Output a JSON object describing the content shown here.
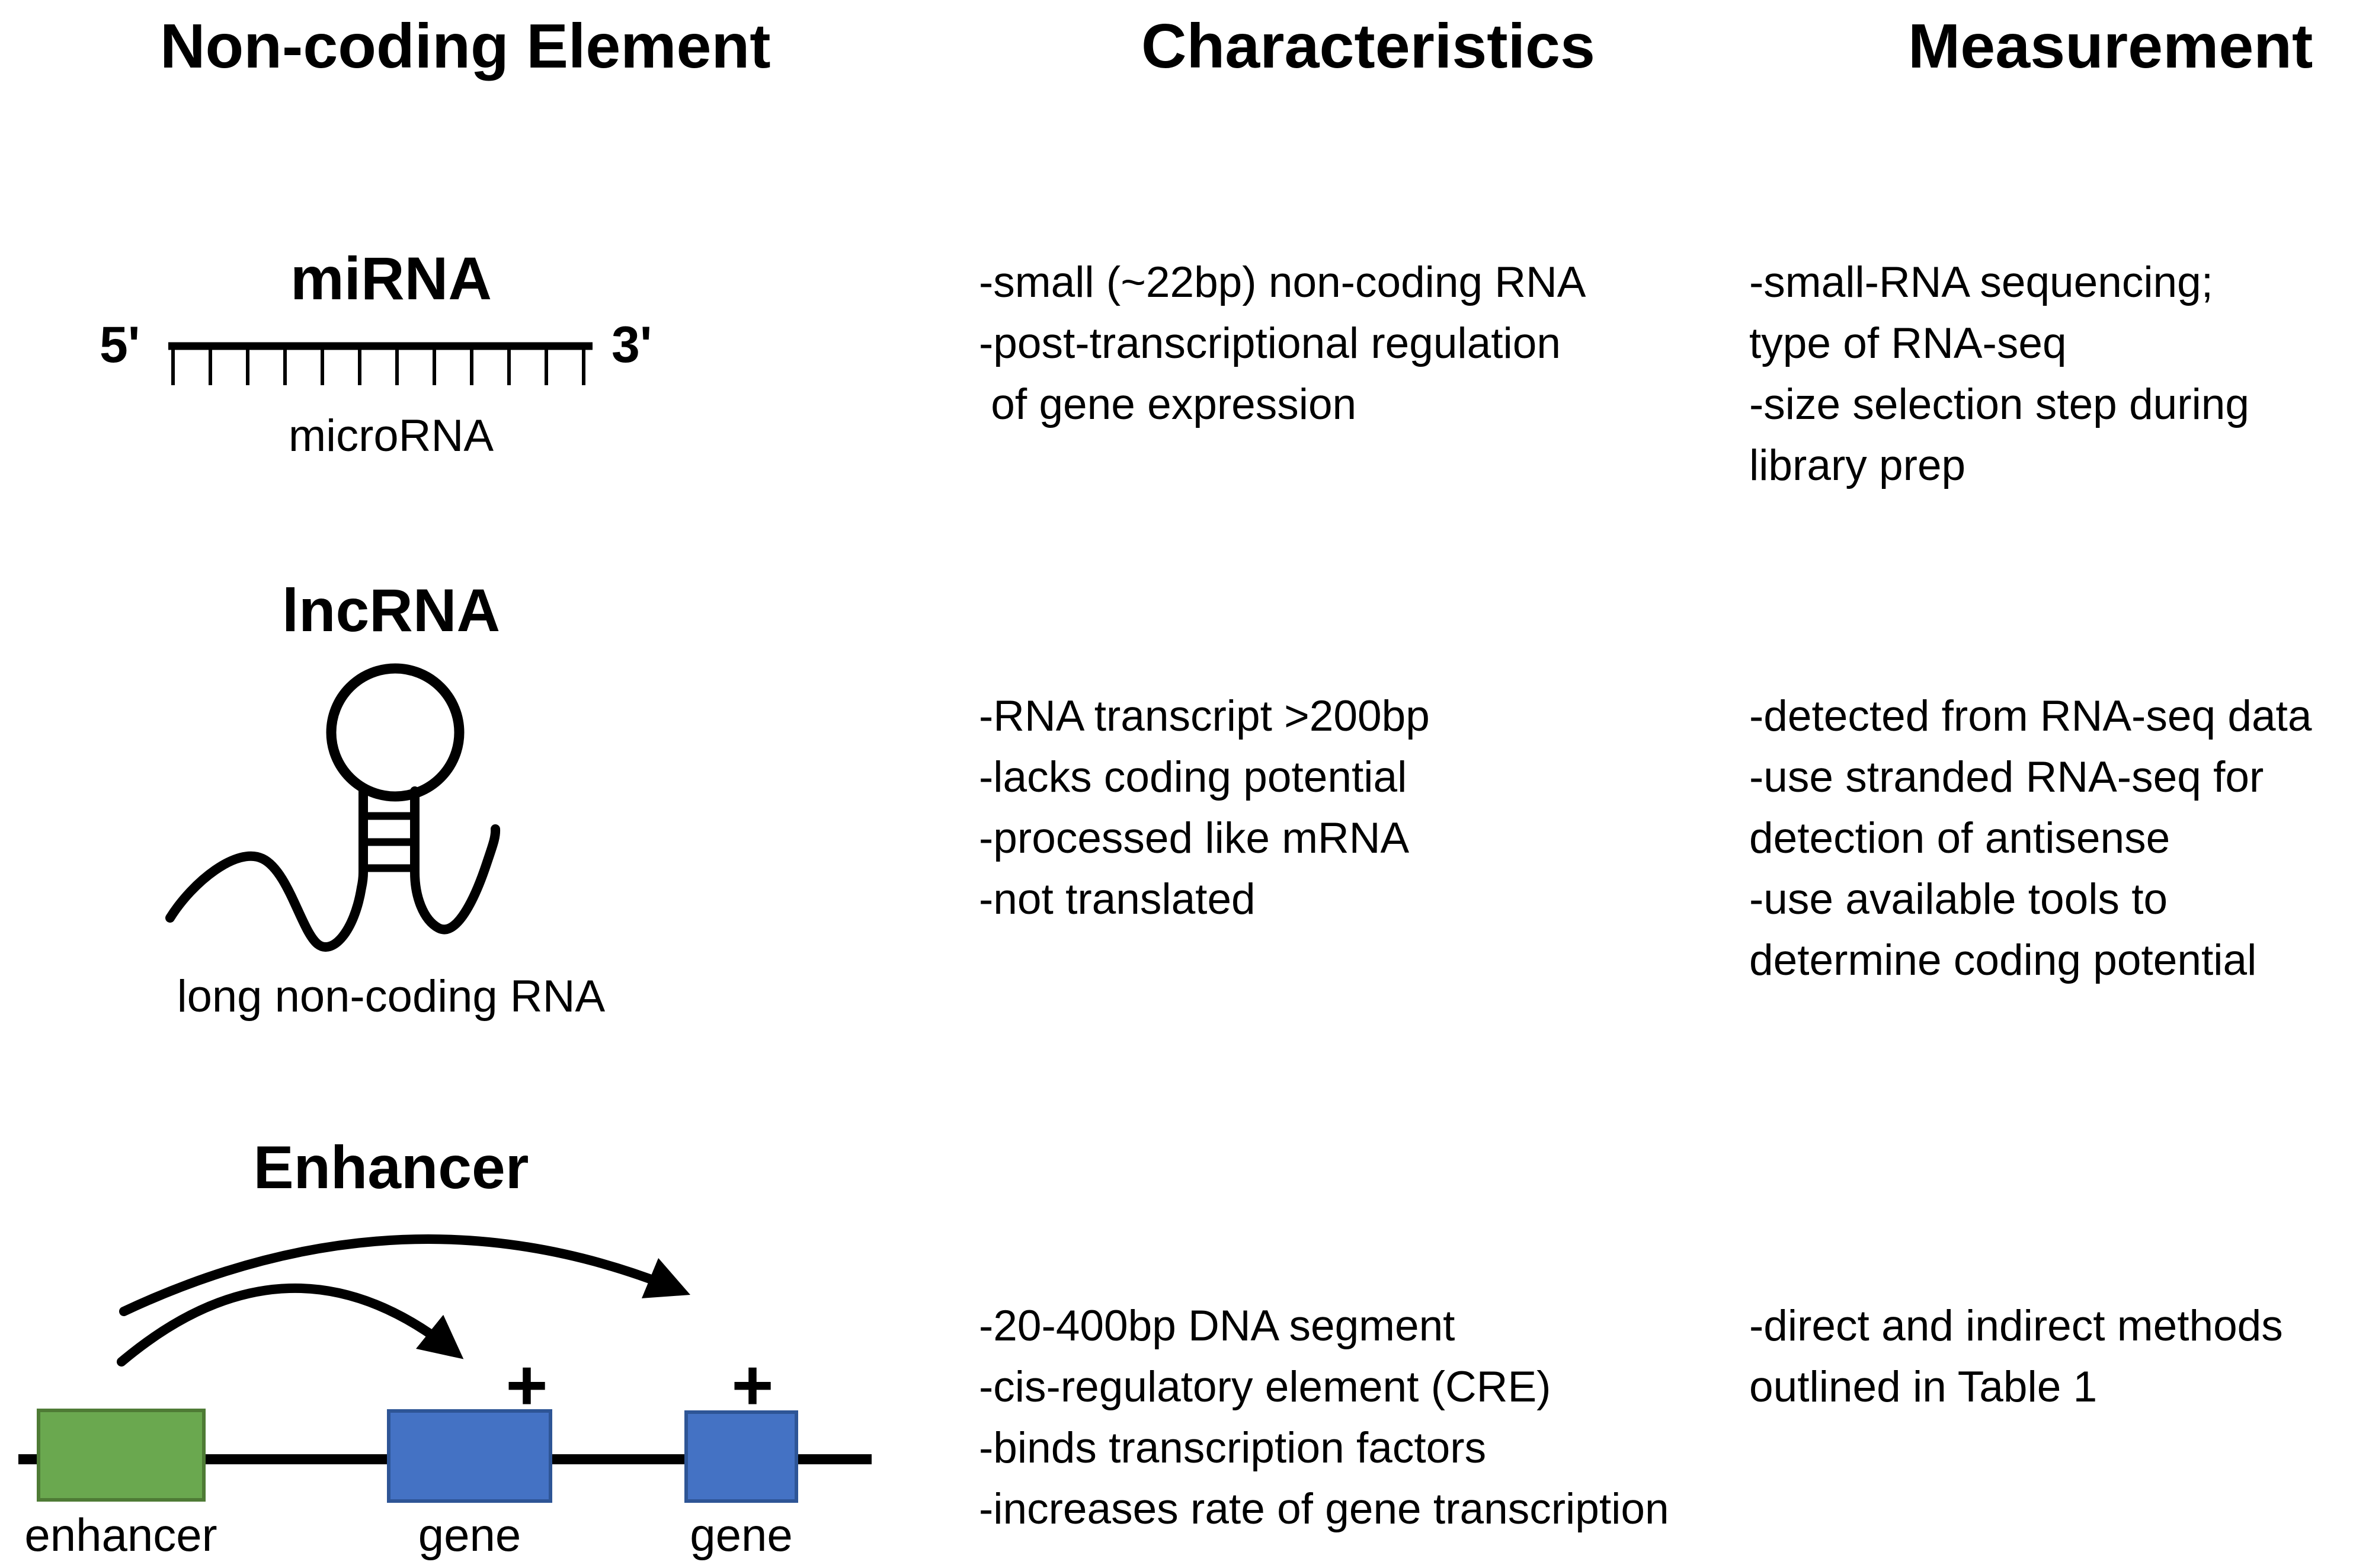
{
  "figure": {
    "columns": {
      "element": "Non-coding Element",
      "characteristics": "Characteristics",
      "measurement": "Measurement"
    }
  },
  "mirna": {
    "title": "miRNA",
    "five_prime": "5'",
    "three_prime": "3'",
    "caption": "microRNA",
    "characteristics": [
      "-small (~22bp) non-coding RNA",
      "-post-transcriptional regulation",
      " of gene expression"
    ],
    "measurement": [
      "-small-RNA sequencing;",
      "type of RNA-seq",
      "-size selection step during",
      "library prep"
    ]
  },
  "lncrna": {
    "title": "lncRNA",
    "caption": "long non-coding RNA",
    "characteristics": [
      "-RNA transcript >200bp",
      "-lacks coding potential",
      "-processed like mRNA",
      "-not translated"
    ],
    "measurement": [
      "-detected from RNA-seq data",
      "-use stranded RNA-seq for",
      "detection of antisense",
      "-use available tools to",
      "determine coding potential"
    ]
  },
  "enhancer": {
    "title": "Enhancer",
    "enhancer_label": "enhancer",
    "gene_label_1": "gene",
    "gene_label_2": "gene",
    "plus_1": "+",
    "plus_2": "+",
    "characteristics": [
      "-20-400bp DNA segment",
      "-cis-regulatory element (CRE)",
      "-binds transcription factors",
      "-increases rate of gene transcription"
    ],
    "measurement": [
      "-direct and indirect methods",
      "outlined in Table 1"
    ]
  },
  "colors": {
    "ink": "#000000",
    "enhancer_box_fill": "#6aa84f",
    "enhancer_box_border": "#4e7b35",
    "gene_box_fill": "#4472c4",
    "gene_box_border": "#2e5596",
    "background": "#ffffff"
  }
}
